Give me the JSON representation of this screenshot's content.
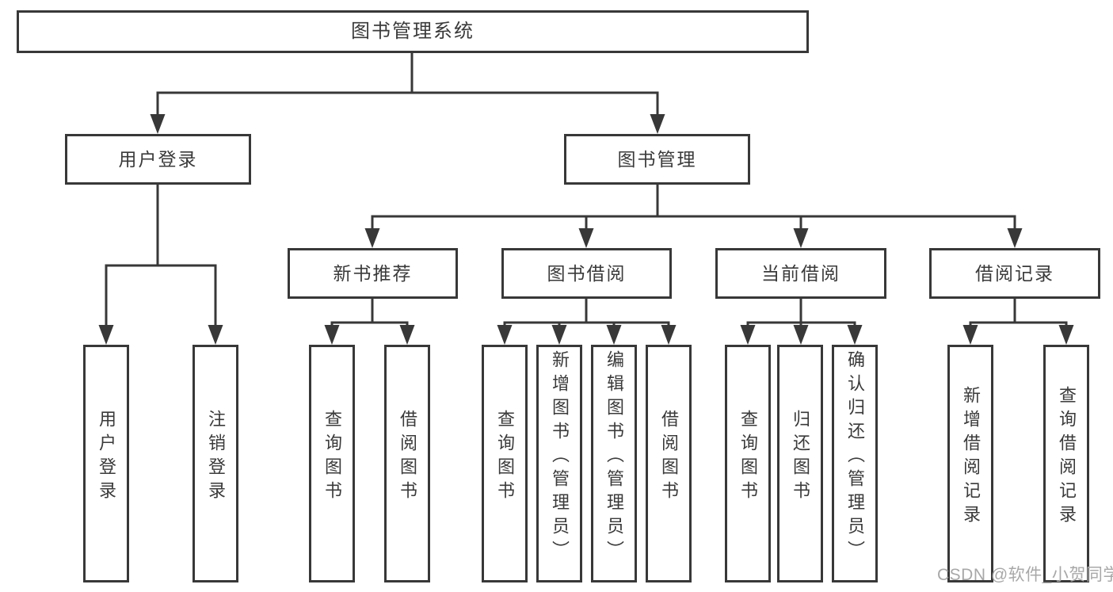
{
  "diagram": {
    "root_label": "图书管理系统",
    "user_login": {
      "label": "用户登录",
      "children": [
        "用户登录",
        "注销登录"
      ]
    },
    "book_mgmt": {
      "label": "图书管理",
      "groups": [
        {
          "label": "新书推荐",
          "children": [
            "查询图书",
            "借阅图书"
          ]
        },
        {
          "label": "图书借阅",
          "children": [
            "查询图书",
            "新增图书（管理员）",
            "编辑图书（管理员）",
            "借阅图书"
          ]
        },
        {
          "label": "当前借阅",
          "children": [
            "查询图书",
            "归还图书",
            "确认归还（管理员）"
          ]
        },
        {
          "label": "借阅记录",
          "children": [
            "新增借阅记录",
            "查询借阅记录"
          ]
        }
      ]
    }
  },
  "colors": {
    "line": "#383838",
    "text": "#3a3a3a",
    "watermark": "#a8a8a8",
    "background": "#ffffff"
  },
  "watermark": {
    "label": "CSDN @软件_小贺同学"
  }
}
